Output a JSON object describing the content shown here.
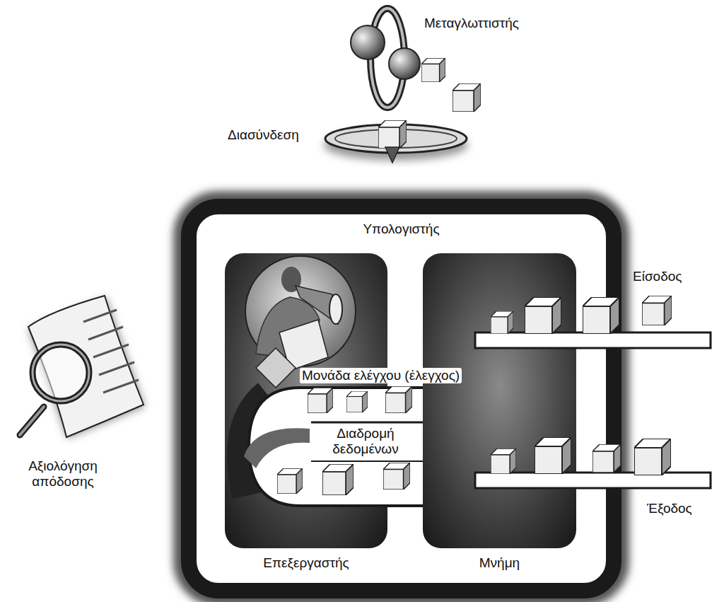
{
  "diagram": {
    "nodes": [
      {
        "text": [
          "Υπολογιστής"
        ]
      },
      {
        "text": [
          "Επεξεργαστής"
        ],
        "in": 0
      },
      {
        "text": [
          "Μνήμη"
        ],
        "in": 0
      }
    ],
    "labels": [
      "Μεταγλωττιστής",
      "Διασύνδεση",
      "Είσοδος",
      "Μονάδα ελέγχου (έλεγχος)",
      "Διαδρομή δεδομένων",
      "Αξιολόγηση απόδοσης",
      "Έξοδος"
    ]
  }
}
